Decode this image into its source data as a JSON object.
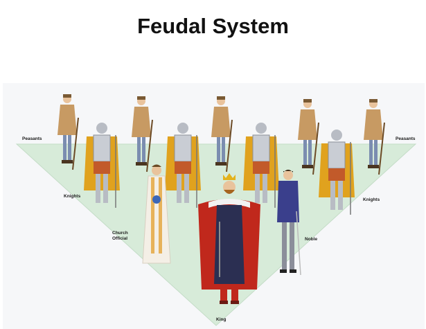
{
  "title": "Feudal System",
  "labels": {
    "peasants_left": "Peasants",
    "peasants_right": "Peasants",
    "knights_left": "Knights",
    "knights_right": "Knights",
    "church_line1": "Church",
    "church_line2": "Official",
    "noble": "Noble",
    "king": "King"
  },
  "colors": {
    "triangle": "#d7ebd9",
    "peasant_tunic": "#c79a63",
    "knight_cloak": "#e0a21e",
    "king_robe": "#c0281c",
    "noble_coat": "#3a3f8c",
    "cleric_robe": "#f4efe6"
  }
}
